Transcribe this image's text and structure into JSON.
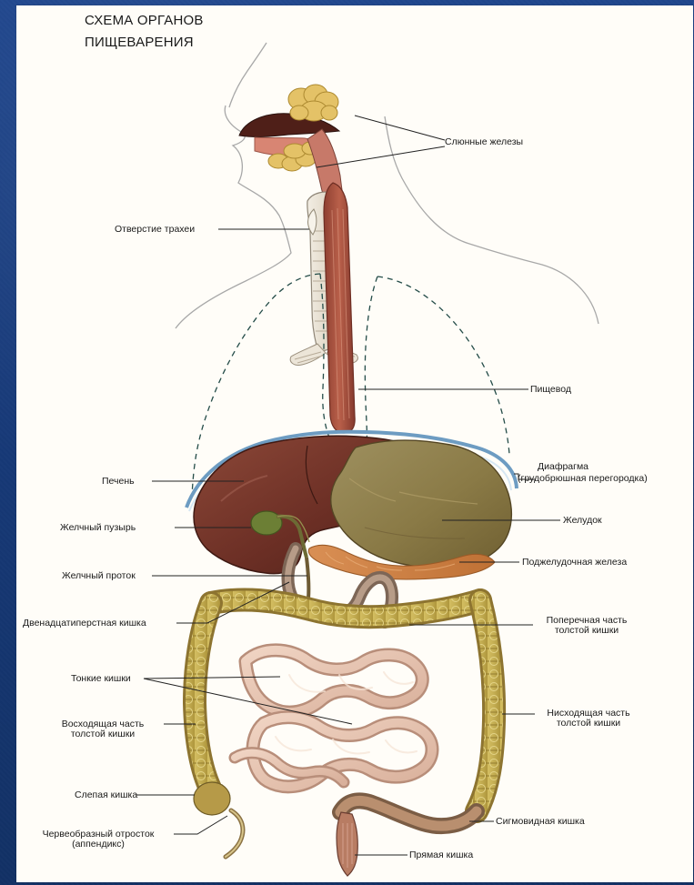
{
  "title": {
    "line1": "СХЕМА ОРГАНОВ",
    "line2": "ПИЩЕВАРЕНИЯ"
  },
  "labels": {
    "salivary_glands": "Слюнные железы",
    "trachea_opening": "Отверстие трахеи",
    "esophagus": "Пищевод",
    "liver": "Печень",
    "diaphragm_line1": "Диафрагма",
    "diaphragm_line2": "(грудобрюшная перегородка)",
    "gallbladder": "Желчный пузырь",
    "stomach": "Желудок",
    "bile_duct": "Желчный проток",
    "pancreas": "Поджелудочная железа",
    "duodenum": "Двенадцатиперстная кишка",
    "transverse_colon_line1": "Поперечная часть",
    "transverse_colon_line2": "толстой кишки",
    "small_intestines": "Тонкие кишки",
    "ascending_colon_line1": "Восходящая часть",
    "ascending_colon_line2": "толстой кишки",
    "descending_colon_line1": "Нисходящая часть",
    "descending_colon_line2": "толстой кишки",
    "cecum": "Слепая кишка",
    "appendix_line1": "Червеобразный отросток",
    "appendix_line2": "(аппендикс)",
    "sigmoid_colon": "Сигмовидная кишка",
    "rectum": "Прямая кишка"
  },
  "colors": {
    "slide_background": "#1a3b78",
    "paper": "#fffdf8",
    "outline": "#222222",
    "skin_line": "#aaaaaa",
    "dashed_lung": "#244c48",
    "liver": "#6c2f25",
    "stomach": "#8a7a46",
    "pancreas": "#d78a4e",
    "colon": "#c4ae53",
    "small_intestine": "#e6c2ab",
    "esophagus": "#a8513f",
    "trachea": "#e8e0d1",
    "salivary": "#e4c267",
    "gallbladder": "#6c7f35"
  }
}
